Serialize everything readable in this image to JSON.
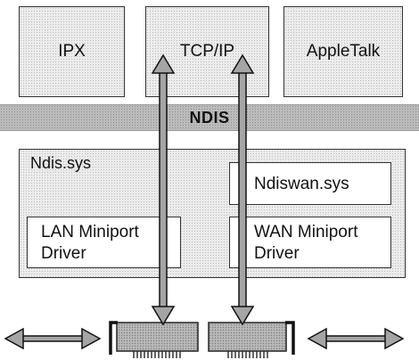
{
  "protocols": {
    "ipx": "IPX",
    "tcpip": "TCP/IP",
    "appletalk": "AppleTalk"
  },
  "ndis_band": "NDIS",
  "ndis_sys": {
    "title": "Ndis.sys",
    "ndiswan": "Ndiswan.sys",
    "lan_line1": "LAN Miniport",
    "lan_line2": "Driver",
    "wan_line1": "WAN Miniport",
    "wan_line2": "Driver"
  }
}
